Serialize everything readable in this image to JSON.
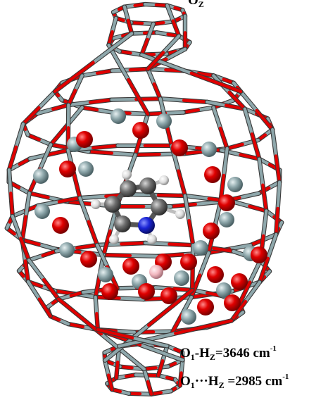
{
  "top_label": {
    "text": "O",
    "sub": "Z"
  },
  "labels": [
    {
      "atom1": "O",
      "sub1": "1",
      "sep": "-",
      "atom2": "H",
      "sub2": "Z",
      "rest": "=3646 cm",
      "sup": "-1"
    },
    {
      "atom1": "O",
      "sub1": "1",
      "sep": "···",
      "atom2": "H",
      "sub2": "Z",
      "rest": " =2985 cm",
      "sup": "-1"
    }
  ],
  "colors": {
    "silicon": "#8ea7ab",
    "silicon_dark": "#5f7a7e",
    "oxygen": "#e00000",
    "oxygen_dark": "#8f0000",
    "nitrogen": "#1a24d6",
    "carbon": "#6f6f6f",
    "hydrogen": "#e8e8e8",
    "boron": "#f2b8c0"
  }
}
